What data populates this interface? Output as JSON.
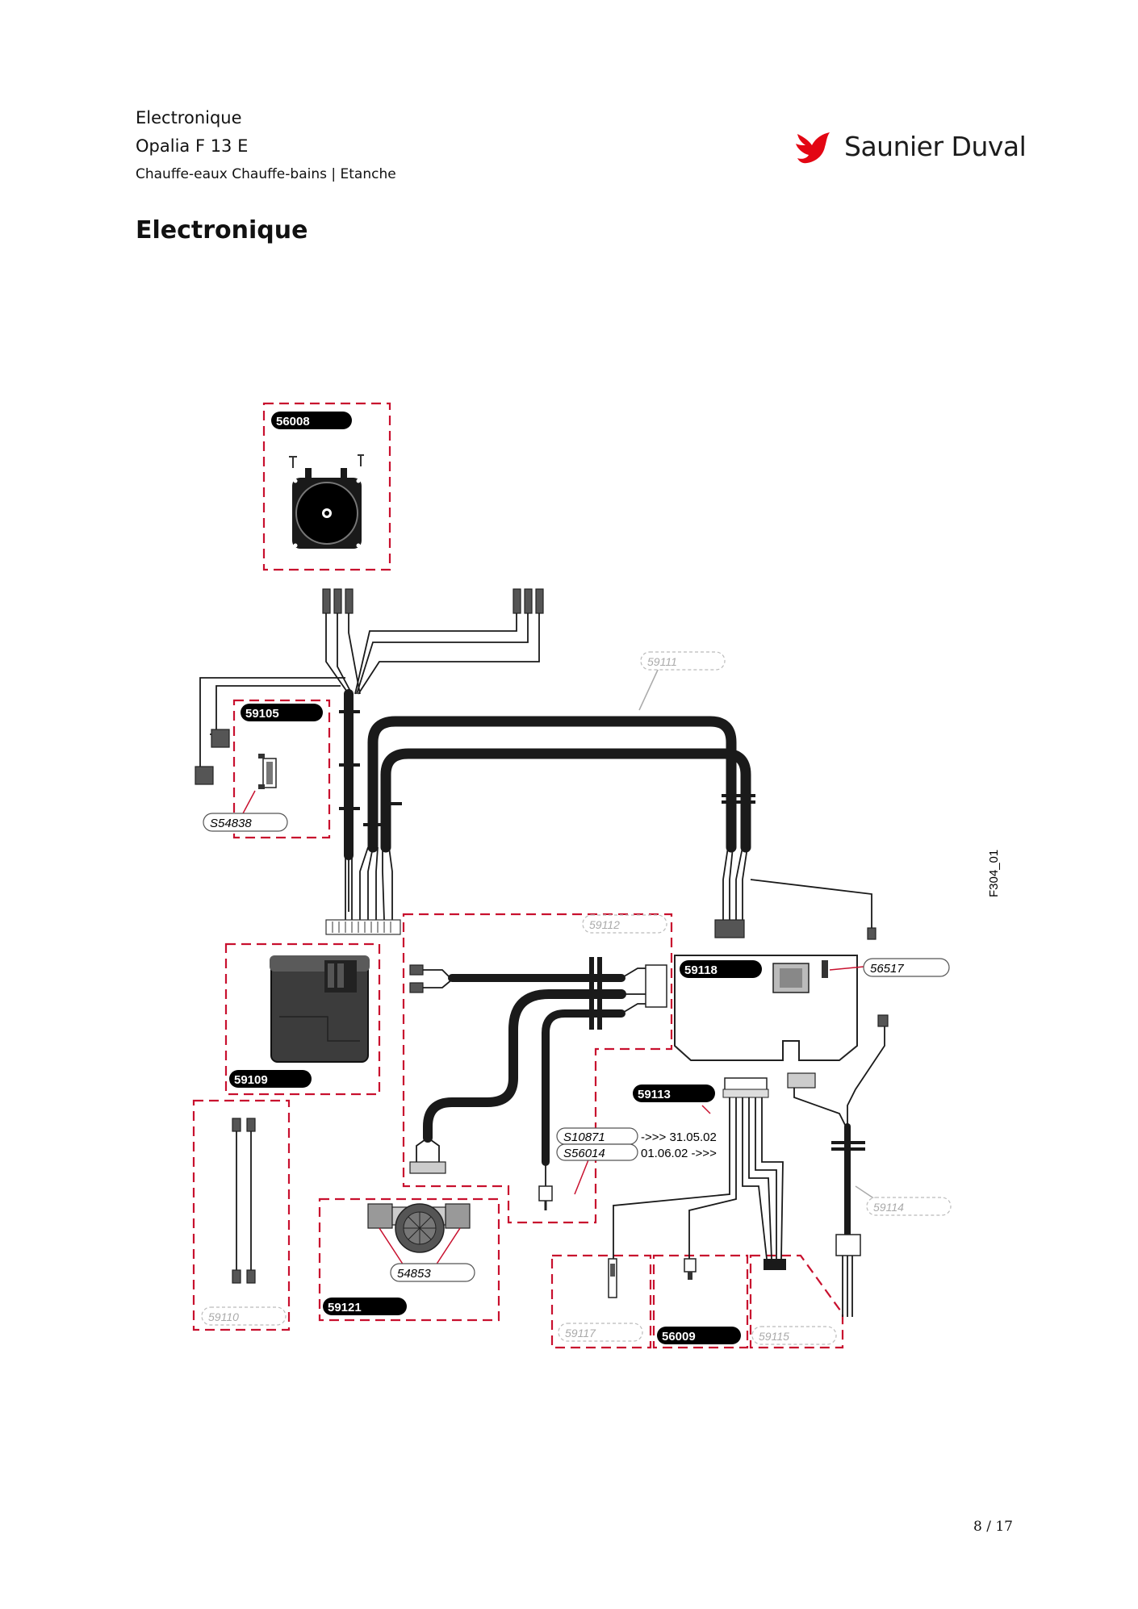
{
  "header": {
    "section": "Electronique",
    "model": "Opalia F 13 E",
    "category": "Chauffe-eaux Chauffe-bains | Etanche"
  },
  "brand": {
    "name": "Saunier Duval",
    "logo_icon": "bird-logo-icon",
    "color": "#e30613"
  },
  "page_title": "Electronique",
  "figure_ref": "F304_01",
  "labels": {
    "p56008": "56008",
    "p59105": "59105",
    "s54838": "S54838",
    "p59111": "59111",
    "p59109": "59109",
    "p59112": "59112",
    "p59118": "59118",
    "p56517": "56517",
    "p59113": "59113",
    "s10871": "S10871",
    "s56014": "S56014",
    "date1": "->>> 31.05.02",
    "date2": "01.06.02 ->>>",
    "p59114": "59114",
    "p59110": "59110",
    "p54853": "54853",
    "p59121": "59121",
    "p59117": "59117",
    "p56009": "56009",
    "p59115": "59115"
  },
  "colors": {
    "dash_box": "#c8102e",
    "cable": "#1a1a1a"
  },
  "page_number": "8 / 17"
}
